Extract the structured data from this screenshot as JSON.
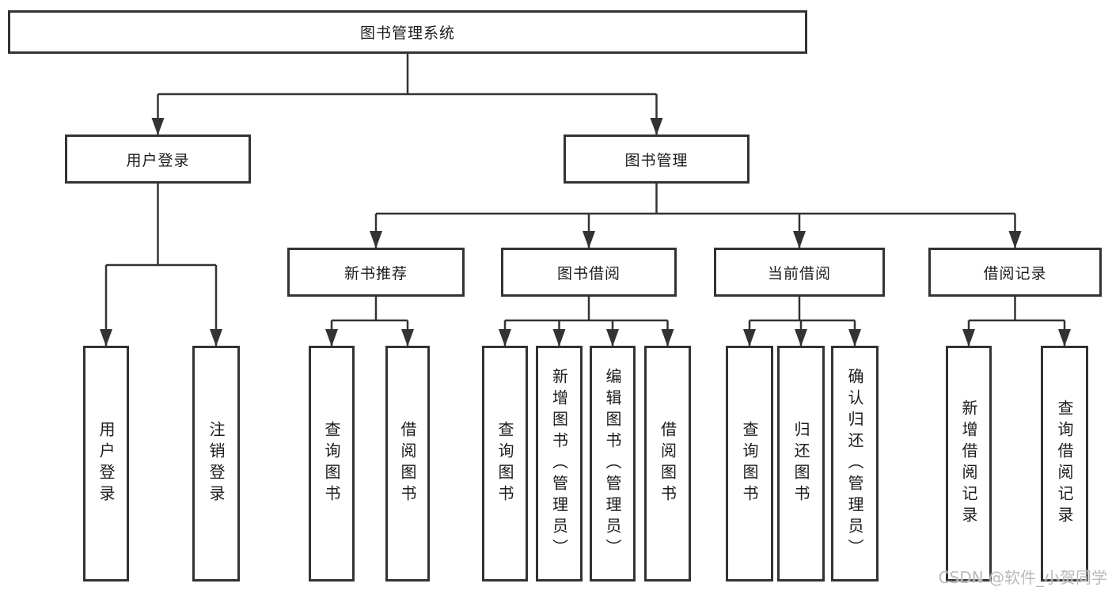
{
  "diagram_title": "图书管理系统",
  "tree": {
    "label": "图书管理系统",
    "children": [
      {
        "label": "用户登录",
        "children": [
          {
            "label": "用户登录"
          },
          {
            "label": "注销登录"
          }
        ]
      },
      {
        "label": "图书管理",
        "children": [
          {
            "label": "新书推荐",
            "children": [
              {
                "label": "查询图书"
              },
              {
                "label": "借阅图书"
              }
            ]
          },
          {
            "label": "图书借阅",
            "children": [
              {
                "label": "查询图书"
              },
              {
                "label": "新增图书（管理员）"
              },
              {
                "label": "编辑图书（管理员）"
              },
              {
                "label": "借阅图书"
              }
            ]
          },
          {
            "label": "当前借阅",
            "children": [
              {
                "label": "查询图书"
              },
              {
                "label": "归还图书"
              },
              {
                "label": "确认归还（管理员）"
              }
            ]
          },
          {
            "label": "借阅记录",
            "children": [
              {
                "label": "新增借阅记录"
              },
              {
                "label": "查询借阅记录"
              }
            ]
          }
        ]
      }
    ]
  },
  "watermark": {
    "text": "CSDN @软件_小贺同学"
  },
  "colors": {
    "line": "#333333",
    "box_border": "#333333",
    "text": "#1c1c1c",
    "watermark": "#b2b2b2",
    "background": "#ffffff"
  }
}
